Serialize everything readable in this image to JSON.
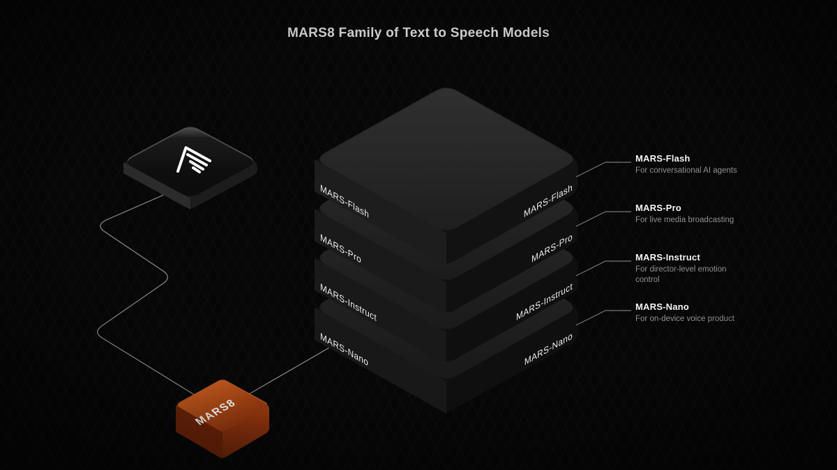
{
  "title": "MARS8 Family of Text to Speech Models",
  "brand": {
    "logo_icon": "camb-chevrons-logo-icon"
  },
  "core_chip": {
    "label": "MARS8",
    "color": "#b5481c"
  },
  "stack": {
    "layers": [
      {
        "name": "MARS-Flash",
        "description": "For conversational AI agents"
      },
      {
        "name": "MARS-Pro",
        "description": "For live media broadcasting"
      },
      {
        "name": "MARS-Instruct",
        "description": "For director-level emotion control"
      },
      {
        "name": "MARS-Nano",
        "description": "For on-device voice product"
      }
    ]
  },
  "colors": {
    "background": "#070707",
    "slab_top": "#2a2a2a",
    "slab_side": "#151515",
    "accent_orange": "#b5481c",
    "connector_line": "#9a9a9a",
    "title_text": "#d2d2d2",
    "description_text": "#8f8f8f"
  }
}
